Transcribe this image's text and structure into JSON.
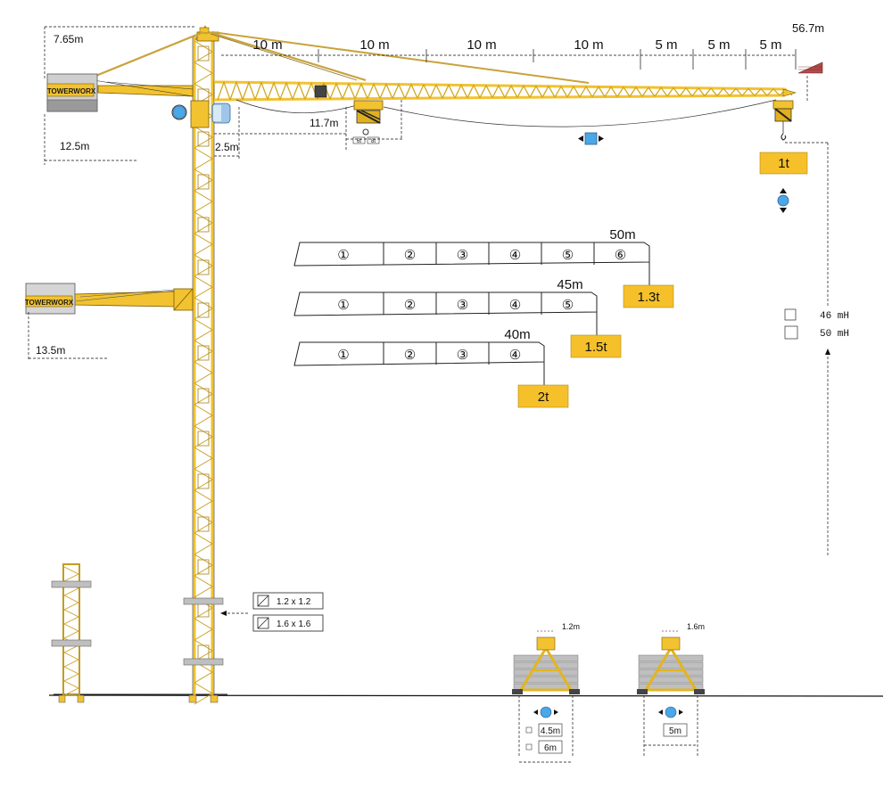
{
  "colors": {
    "crane_yellow": "#f2c230",
    "crane_dark": "#7a5c00",
    "load_box": "#f5c02a",
    "marker_blue": "#4aa7e8",
    "counterweight_grey": "#bfbfbf",
    "jib_tip_red": "#b34b4b"
  },
  "brand": {
    "name": "TOWERWORX"
  },
  "dimensions": {
    "head_height": "7.65m",
    "counter_jib_top": "12.5m",
    "counter_jib_low": "13.5m",
    "cab_offset": "2.5m",
    "trolley_height": "11.7m",
    "max_radius": "56.7m",
    "jib_segments": [
      "10 m",
      "10 m",
      "10 m",
      "10 m",
      "5 m",
      "5 m",
      "5 m"
    ],
    "trolley_loads": [
      "6t",
      "8t"
    ]
  },
  "tip_load": "1t",
  "jib_configs": [
    {
      "length": "50m",
      "sections": [
        "①",
        "②",
        "③",
        "④",
        "⑤",
        "⑥"
      ],
      "tip_load": "1.3t"
    },
    {
      "length": "45m",
      "sections": [
        "①",
        "②",
        "③",
        "④",
        "⑤"
      ],
      "tip_load": "1.5t"
    },
    {
      "length": "40m",
      "sections": [
        "①",
        "②",
        "③",
        "④"
      ],
      "tip_load": "2t"
    }
  ],
  "heights": [
    "46 mH",
    "50 mH"
  ],
  "mast_sections": [
    "1.2 x 1.2",
    "1.6 x 1.6"
  ],
  "bases": [
    {
      "top_width": "1.2m",
      "footprints": [
        "4.5m",
        "6m"
      ]
    },
    {
      "top_width": "1.6m",
      "footprints": [
        "5m"
      ]
    }
  ]
}
